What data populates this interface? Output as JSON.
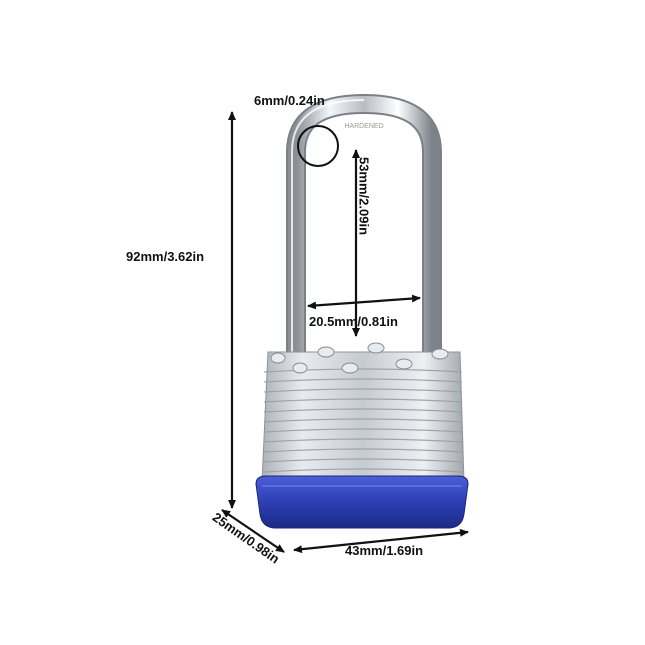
{
  "product": {
    "name": "laminated steel padlock",
    "shackle_finish": "chrome",
    "bumper_color": "#2c3fb5",
    "body_color": "#cfd4da"
  },
  "dimensions": {
    "shackle_thickness": "6mm/0.24in",
    "total_height": "92mm/3.62in",
    "inner_shackle_height": "53mm/2.09in",
    "inner_shackle_width": "20.5mm/0.81in",
    "body_depth": "25mm/0.98in",
    "body_width": "43mm/1.69in"
  },
  "shackle_engraving": "HARDENED",
  "icons": [
    "arrow-icon",
    "circle-highlight-icon"
  ]
}
